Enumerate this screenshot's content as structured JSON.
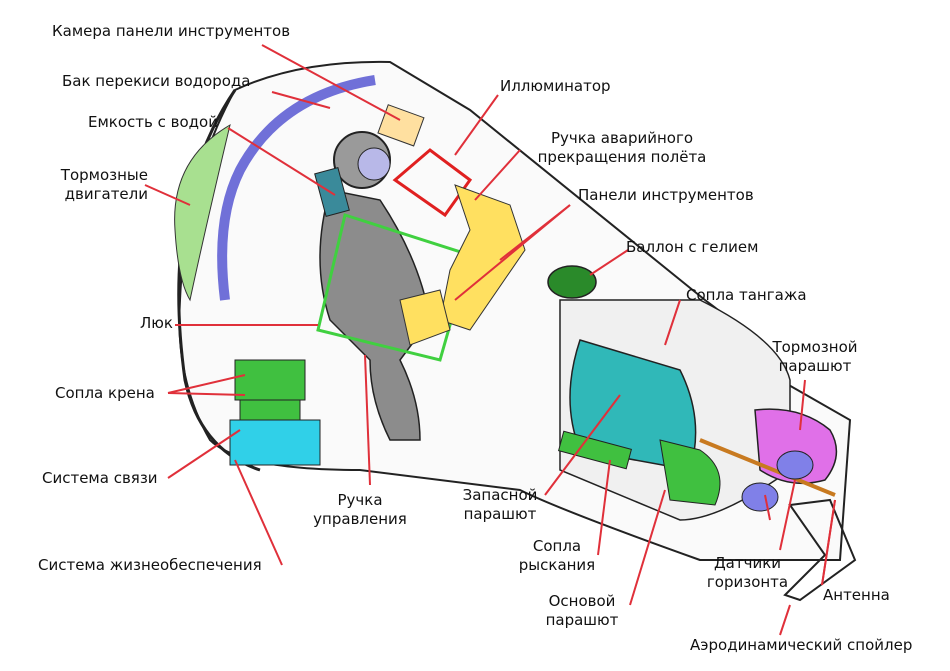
{
  "labels": {
    "camera": "Камера панели инструментов",
    "peroxide_tank": "Бак перекиси водорода",
    "water_tank": "Емкость с водой",
    "retro_rockets": "Тормозные двигатели",
    "window": "Иллюминатор",
    "abort_handle": "Ручка аварийного прекращения полёта",
    "instrument_panels": "Панели инструментов",
    "helium_tank": "Баллон с гелием",
    "pitch_thrusters": "Сопла тангажа",
    "drogue_parachute": "Тормозной парашют",
    "hatch": "Люк",
    "roll_thrusters": "Сопла крена",
    "comm_system": "Система связи",
    "life_support": "Система жизнеобеспечения",
    "control_stick": "Ручка управления",
    "reserve_parachute": "Запасной парашют",
    "yaw_thrusters": "Сопла рыскания",
    "main_parachute": "Основой парашют",
    "horizon_sensors": "Датчики горизонта",
    "antenna": "Антенна",
    "spoiler": "Аэродинамический спойлер"
  },
  "colors": {
    "leader_line": "#e0303a",
    "peroxide_tank": "#7070d8",
    "retro_pack": "#a8e090",
    "instrument_panel": "#ffe060",
    "helium_tank": "#2a8a2a",
    "reserve_parachute": "#30b8b8",
    "drogue_parachute": "#e070e8",
    "life_support": "#30d0e8",
    "comm_system": "#40c040",
    "hatch_outline": "#40d040",
    "window_outline": "#e02020"
  }
}
